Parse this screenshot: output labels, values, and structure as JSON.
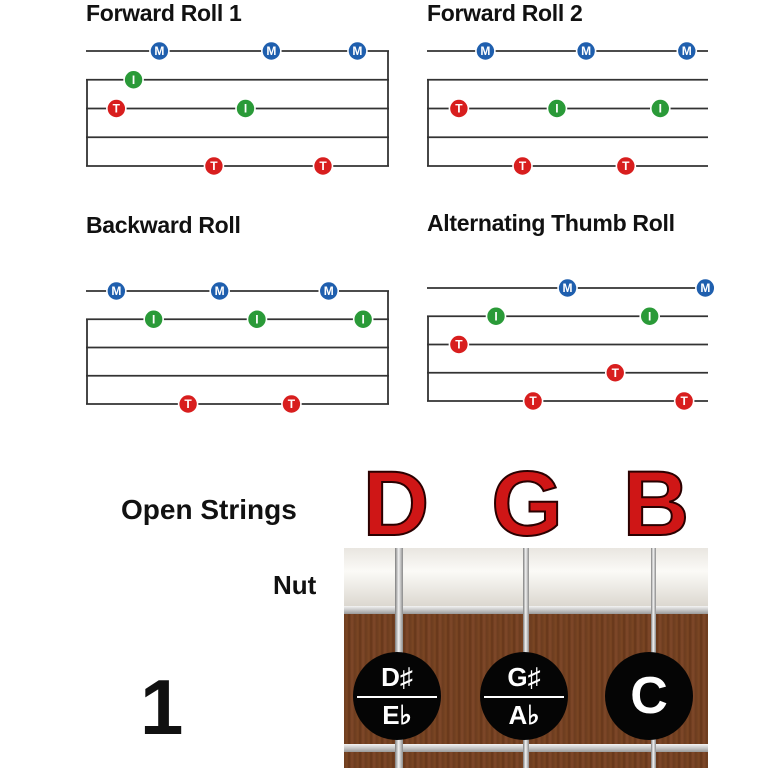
{
  "diagrams": [
    {
      "title": "Forward Roll 1",
      "notes": [
        {
          "finger": "M",
          "string": 1,
          "beat": 0.2
        },
        {
          "finger": "M",
          "string": 1,
          "beat": 0.59
        },
        {
          "finger": "M",
          "string": 1,
          "beat": 0.89
        },
        {
          "finger": "I",
          "string": 2,
          "beat": 0.11
        },
        {
          "finger": "T",
          "string": 3,
          "beat": 0.05
        },
        {
          "finger": "I",
          "string": 3,
          "beat": 0.5
        },
        {
          "finger": "T",
          "string": 5,
          "beat": 0.39
        },
        {
          "finger": "T",
          "string": 5,
          "beat": 0.77
        }
      ]
    },
    {
      "title": "Forward Roll 2",
      "notes": [
        {
          "finger": "M",
          "string": 1,
          "beat": 0.16
        },
        {
          "finger": "M",
          "string": 1,
          "beat": 0.54
        },
        {
          "finger": "M",
          "string": 1,
          "beat": 0.92
        },
        {
          "finger": "T",
          "string": 3,
          "beat": 0.06
        },
        {
          "finger": "I",
          "string": 3,
          "beat": 0.43
        },
        {
          "finger": "I",
          "string": 3,
          "beat": 0.82
        },
        {
          "finger": "T",
          "string": 5,
          "beat": 0.3
        },
        {
          "finger": "T",
          "string": 5,
          "beat": 0.69
        }
      ]
    },
    {
      "title": "Backward Roll",
      "notes": [
        {
          "finger": "M",
          "string": 1,
          "beat": 0.05
        },
        {
          "finger": "M",
          "string": 1,
          "beat": 0.41
        },
        {
          "finger": "M",
          "string": 1,
          "beat": 0.79
        },
        {
          "finger": "I",
          "string": 2,
          "beat": 0.18
        },
        {
          "finger": "I",
          "string": 2,
          "beat": 0.54
        },
        {
          "finger": "I",
          "string": 2,
          "beat": 0.91
        },
        {
          "finger": "T",
          "string": 5,
          "beat": 0.3
        },
        {
          "finger": "T",
          "string": 5,
          "beat": 0.66
        }
      ]
    },
    {
      "title": "Alternating Thumb Roll",
      "notes": [
        {
          "finger": "M",
          "string": 1,
          "beat": 0.47
        },
        {
          "finger": "M",
          "string": 1,
          "beat": 0.99
        },
        {
          "finger": "I",
          "string": 2,
          "beat": 0.2
        },
        {
          "finger": "I",
          "string": 2,
          "beat": 0.78
        },
        {
          "finger": "T",
          "string": 3,
          "beat": 0.06
        },
        {
          "finger": "T",
          "string": 4,
          "beat": 0.65
        },
        {
          "finger": "T",
          "string": 5,
          "beat": 0.34
        },
        {
          "finger": "T",
          "string": 5,
          "beat": 0.91
        }
      ]
    }
  ],
  "finger_colors": {
    "M": "#1f5fae",
    "I": "#2a9a38",
    "T": "#d81e1e"
  },
  "open_strings": {
    "label": "Open Strings",
    "letters": [
      "D",
      "G",
      "B"
    ],
    "letter_color": "#cf1616"
  },
  "nut_label": "Nut",
  "fret_number": "1",
  "fret_notes": [
    {
      "sharp": "D♯",
      "flat": "E♭"
    },
    {
      "sharp": "G♯",
      "flat": "A♭"
    },
    {
      "natural": "C"
    }
  ]
}
